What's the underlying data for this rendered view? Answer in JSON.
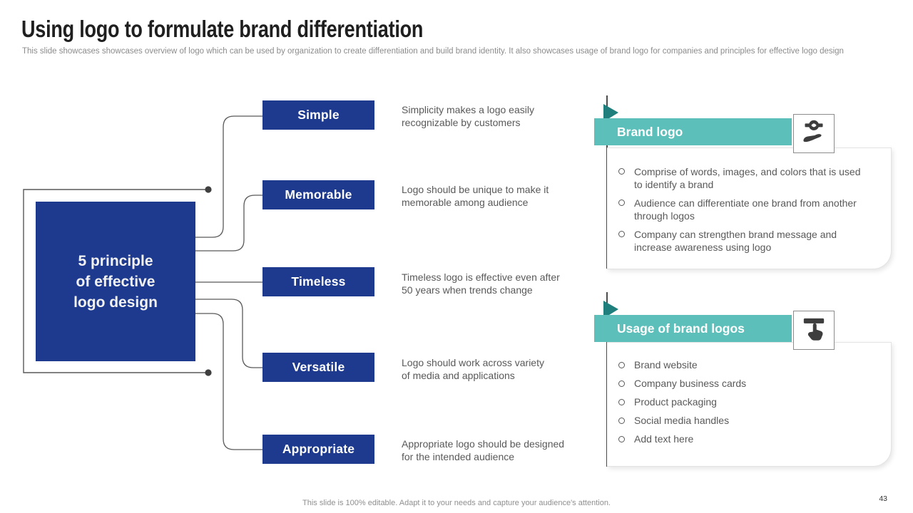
{
  "slide": {
    "title": "Using logo to formulate brand differentiation",
    "subtitle": "This slide showcases showcases overview of logo which can be used by organization to create differentiation and build brand identity. It also showcases usage of brand logo for companies and principles for effective logo design",
    "footer": "This slide is 100% editable. Adapt it to your needs and capture your audience's attention.",
    "page_number": "43"
  },
  "center_box": {
    "label": "5 principle\nof effective\nlogo design"
  },
  "principles": [
    {
      "label": "Simple",
      "description": "Simplicity makes a logo easily\nrecognizable by customers"
    },
    {
      "label": "Memorable",
      "description": "Logo should be unique to make it\nmemorable among audience"
    },
    {
      "label": "Timeless",
      "description": "Timeless logo is effective even after\n50 years when trends change"
    },
    {
      "label": "Versatile",
      "description": "Logo should work across variety\nof media and applications"
    },
    {
      "label": "Appropriate",
      "description": "Appropriate logo should be designed\nfor the intended audience"
    }
  ],
  "brand_logo_section": {
    "title": "Brand logo",
    "icon": "hand-presenting-badge-icon",
    "bullets": [
      "Comprise of words, images, and colors that is used\nto identify a brand",
      "Audience can differentiate one brand from another\nthrough logos",
      "Company can strengthen brand message and\nincrease awareness using logo"
    ]
  },
  "usage_section": {
    "title": "Usage of brand logos",
    "icon": "tap-hand-icon",
    "bullets": [
      "Brand website",
      "Company business cards",
      "Product packaging",
      "Social media handles",
      "Add text here"
    ]
  },
  "colors": {
    "primary_blue": "#1d3a8f",
    "teal": "#5cbfba",
    "teal_dark": "#1f7f7d",
    "text_gray": "#595959",
    "line_gray": "#595959",
    "dot_gray": "#3f3f3f"
  }
}
